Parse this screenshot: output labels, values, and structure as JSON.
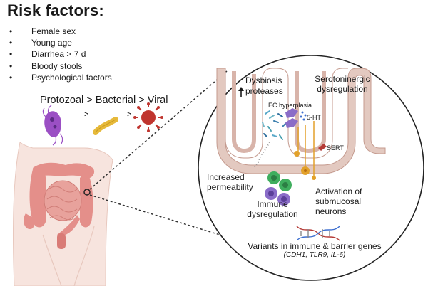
{
  "risk_factors": {
    "title": "Risk factors:",
    "items": [
      "Female sex",
      "Young age",
      "Diarrhea > 7 d",
      "Bloody stools",
      "Psychological factors"
    ]
  },
  "pathogens": {
    "order_label": "Protozoal > Bacterial > Viral",
    "separator": ">"
  },
  "inset": {
    "dysbiosis": "Dysbiosis",
    "proteases": "proteases",
    "serotoninergic": "Serotoninergic dysregulation",
    "ec_hyperplasia": "EC hyperplasia",
    "five_ht": "5-HT",
    "sert": "SERT",
    "increased_permeability": "Increased permeability",
    "activation": "Activation of submucosal neurons",
    "immune": "Immune dysregulation",
    "variants": "Variants in immune & barrier genes",
    "genes": "(CDH1, TLR9, IL-6)"
  },
  "colors": {
    "epithelium": "#e3c9c0",
    "epithelium_edge": "#c49a8e",
    "colon": "#e48f8a",
    "intestine": "#e8a29c",
    "skin": "#f7e4de",
    "protozoa": "#9b4fc4",
    "bacteria": "#e6b93a",
    "virus": "#c0352f",
    "immune_green": "#3fae5e",
    "immune_purple": "#8a6cc8",
    "neuron": "#e2a12a",
    "sert": "#b53a36"
  }
}
